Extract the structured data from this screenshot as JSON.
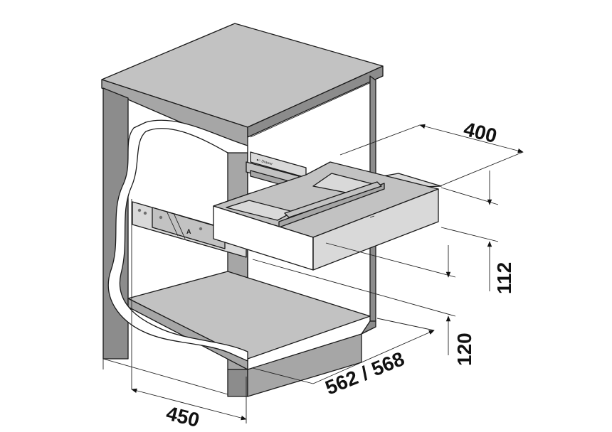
{
  "dimensions": {
    "width_450": "450",
    "depth_562_568": "562 / 568",
    "drawer_depth_400": "400",
    "drawer_height_112": "112",
    "plinth_height_120": "120"
  },
  "parts": {
    "mounting_plate_mark": "A",
    "rail_label": "●○ Drawer"
  },
  "colors": {
    "line": "#1a1a1a",
    "cabinet_gray": "#8c8c8c",
    "counter_gray": "#a6a6a6",
    "drawer_light": "#d9d9d9"
  }
}
